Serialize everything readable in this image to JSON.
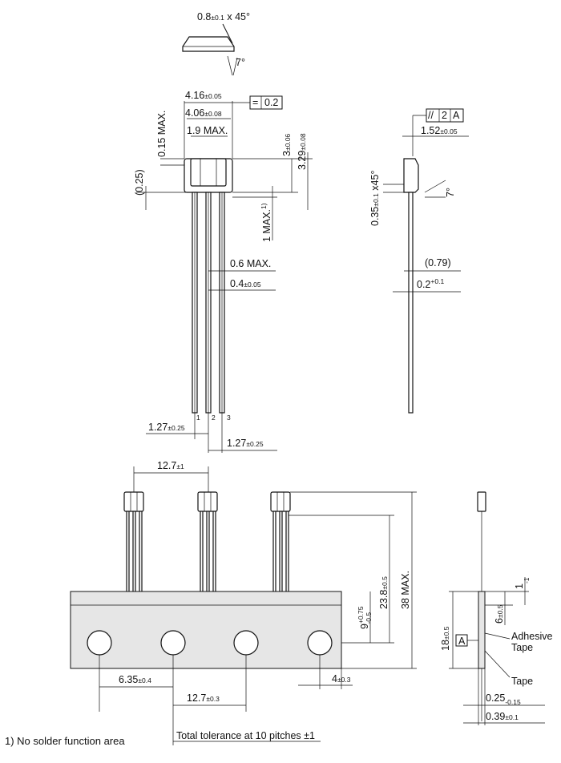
{
  "labels": {
    "chamfer_top": "0.8",
    "chamfer_top_tol": "±0.1",
    "chamfer_top_tail": " x 45°",
    "angle_top": "7°",
    "w416": "4.16",
    "w416_tol": "±0.05",
    "w406": "4.06",
    "w406_tol": "±0.08",
    "w19": "1.9 MAX.",
    "flat_sym": "=",
    "flat_val": "0.2",
    "max015": "0.15 MAX.",
    "p025": "(0.25)",
    "h3": "3",
    "h3_tol": "±0.06",
    "h329": "3.29",
    "h329_tol": "±0.08",
    "max1": "1 MAX.",
    "max1_sup": "1)",
    "max06": "0.6 MAX.",
    "w04": "0.4",
    "w04_tol": "±0.05",
    "pin1": "1",
    "pin2": "2",
    "pin3": "3",
    "pitch1": "1.27",
    "pitch1_tol": "±0.25",
    "pitch2": "1.27",
    "pitch2_tol": "±0.25",
    "par_sym": "//",
    "par_val": "2",
    "par_ref": "A",
    "d152": "1.52",
    "d152_tol": "±0.05",
    "side_chamfer": "0.35",
    "side_chamfer_tol": "±0.1",
    "side_chamfer_tail": " x45°",
    "side_angle": "7°",
    "p079": "(0.79)",
    "d02": "0.2",
    "d02_tol": "+0.1",
    "pitch_tape": "12.7",
    "pitch_tape_tol": "±1",
    "h238": "23.8",
    "h238_tol": "±0.5",
    "max38": "38 MAX.",
    "h9": "9",
    "h9_up": "+0.75",
    "h9_dn": "-0.5",
    "d635": "6.35",
    "d635_tol": "±0.4",
    "d127": "12.7",
    "d127_tol": "±0.3",
    "d4": "4",
    "d4_tol": "±0.3",
    "total_tol": "Total tolerance at 10 pitches ±1",
    "d1": "1",
    "d1_tol": "-1",
    "d6": "6",
    "d6_tol": "±0.5",
    "d18": "18",
    "d18_tol": "±0.5",
    "ref_a": "A",
    "adhesive": "Adhesive",
    "adhesive2": "Tape",
    "tape": "Tape",
    "d025": "0.25",
    "d025_tol": "-0.15",
    "d039": "0.39",
    "d039_tol": "±0.1"
  },
  "footnote": "1) No solder function area"
}
